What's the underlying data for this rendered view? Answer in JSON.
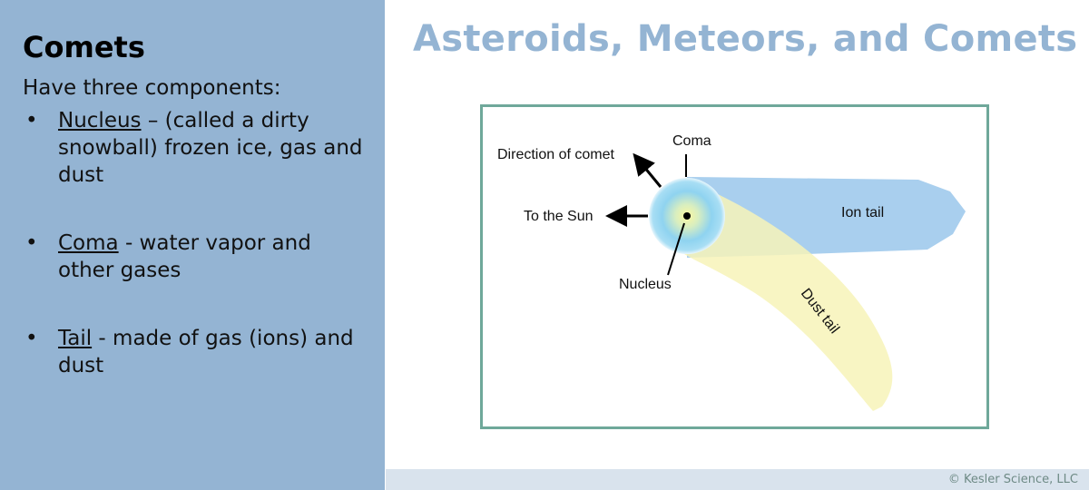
{
  "slide": {
    "title": "Asteroids, Meteors, and Comets",
    "footer": {
      "copyright": "© Kesler Science, LLC"
    }
  },
  "left_panel": {
    "heading": "Comets",
    "intro": "Have three components:",
    "bullets": [
      {
        "marker": "•",
        "term": "Nucleus",
        "text": " – (called a dirty snowball) frozen ice, gas and dust"
      },
      {
        "marker": "•",
        "term": "Coma",
        "text": " - water vapor and other gases"
      },
      {
        "marker": "•",
        "term": "Tail",
        "text": " - made of gas (ions) and dust"
      }
    ]
  },
  "diagram": {
    "labels": {
      "direction": "Direction of comet",
      "coma": "Coma",
      "sun": "To the Sun",
      "nucleus": "Nucleus",
      "ion_tail": "Ion tail",
      "dust_tail": "Dust tail"
    },
    "colors": {
      "frame": "#6fa89a",
      "ion_tail": "#a9cfee",
      "dust_tail": "#f7f3b8",
      "coma_outer": "#8fd3f0",
      "coma_inner": "#fbf7a0"
    }
  }
}
